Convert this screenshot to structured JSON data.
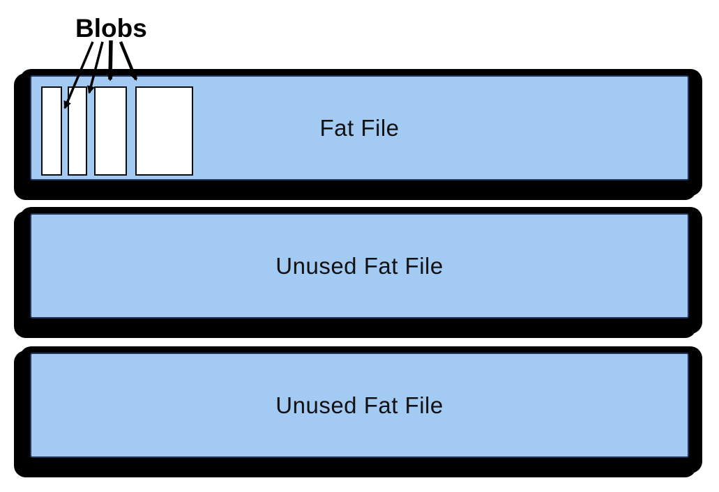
{
  "diagram": {
    "title_callout": "Blobs",
    "bars": [
      {
        "label": "Fat File"
      },
      {
        "label": "Unused Fat File"
      },
      {
        "label": "Unused Fat File"
      }
    ],
    "blob_count": 4
  },
  "colors": {
    "page_bg": "#ffffff",
    "frame": "#000000",
    "bar_fill": "#a2caf3",
    "bar_stroke": "#22355a",
    "blob_fill": "#ffffff",
    "arrow": "#000000"
  }
}
